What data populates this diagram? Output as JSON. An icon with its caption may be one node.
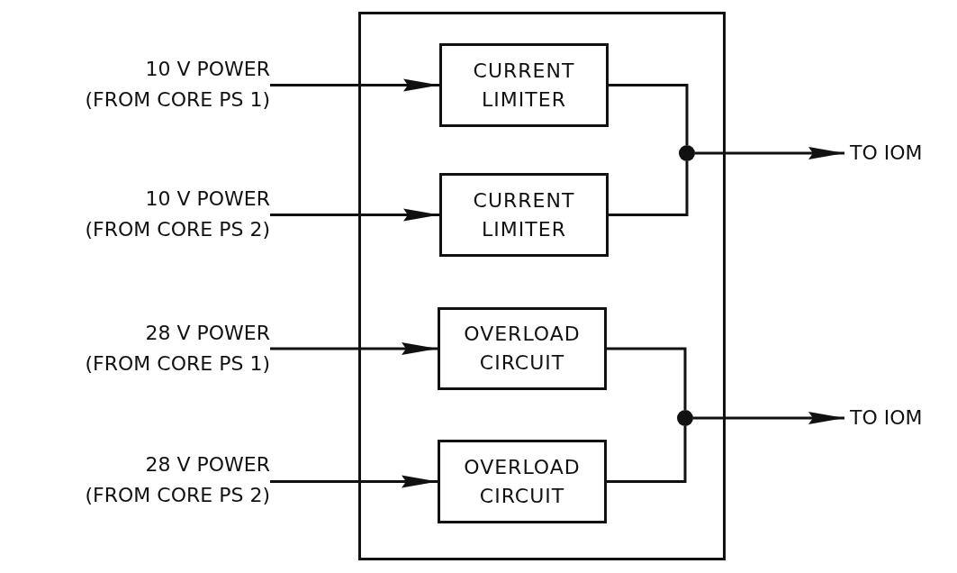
{
  "diagram": {
    "nodes": [
      {
        "text": [],
        "shape": "box"
      },
      {
        "text": [
          "CURRENT LIMITER"
        ],
        "in": 0
      },
      {
        "text": [
          "CURRENT LIMITER"
        ],
        "in": 0
      },
      {
        "text": [
          "OVERLOAD CIRCUIT"
        ],
        "in": 0
      },
      {
        "text": [
          "OVERLOAD CIRCUIT"
        ],
        "in": 0
      },
      {
        "text": [
          "10 V POWER",
          "(FROM CORE PS 1)"
        ]
      },
      {
        "text": [
          "10 V POWER",
          "(FROM CORE PS 2)"
        ]
      },
      {
        "text": [
          "28 V POWER",
          "(FROM CORE PS 1)"
        ]
      },
      {
        "text": [
          "28 V POWER",
          "(FROM CORE PS 2)"
        ]
      },
      {
        "text": [],
        "shape": "circle",
        "in": 0
      },
      {
        "text": [],
        "shape": "circle",
        "in": 0
      },
      {
        "text": [
          "TO IOM"
        ]
      },
      {
        "text": [
          "TO IOM"
        ]
      }
    ],
    "edges": [
      {
        "from": 5,
        "to": 1,
        "arrow": "to"
      },
      {
        "from": 6,
        "to": 2,
        "arrow": "to"
      },
      {
        "from": 7,
        "to": 3,
        "arrow": "to"
      },
      {
        "from": 8,
        "to": 4,
        "arrow": "to"
      },
      {
        "from": 1,
        "to": 9,
        "arrow": "none"
      },
      {
        "from": 2,
        "to": 9,
        "arrow": "none"
      },
      {
        "from": 9,
        "to": 11,
        "arrow": "to"
      },
      {
        "from": 3,
        "to": 10,
        "arrow": "none"
      },
      {
        "from": 4,
        "to": 10,
        "arrow": "none"
      },
      {
        "from": 10,
        "to": 12,
        "arrow": "to"
      }
    ]
  }
}
